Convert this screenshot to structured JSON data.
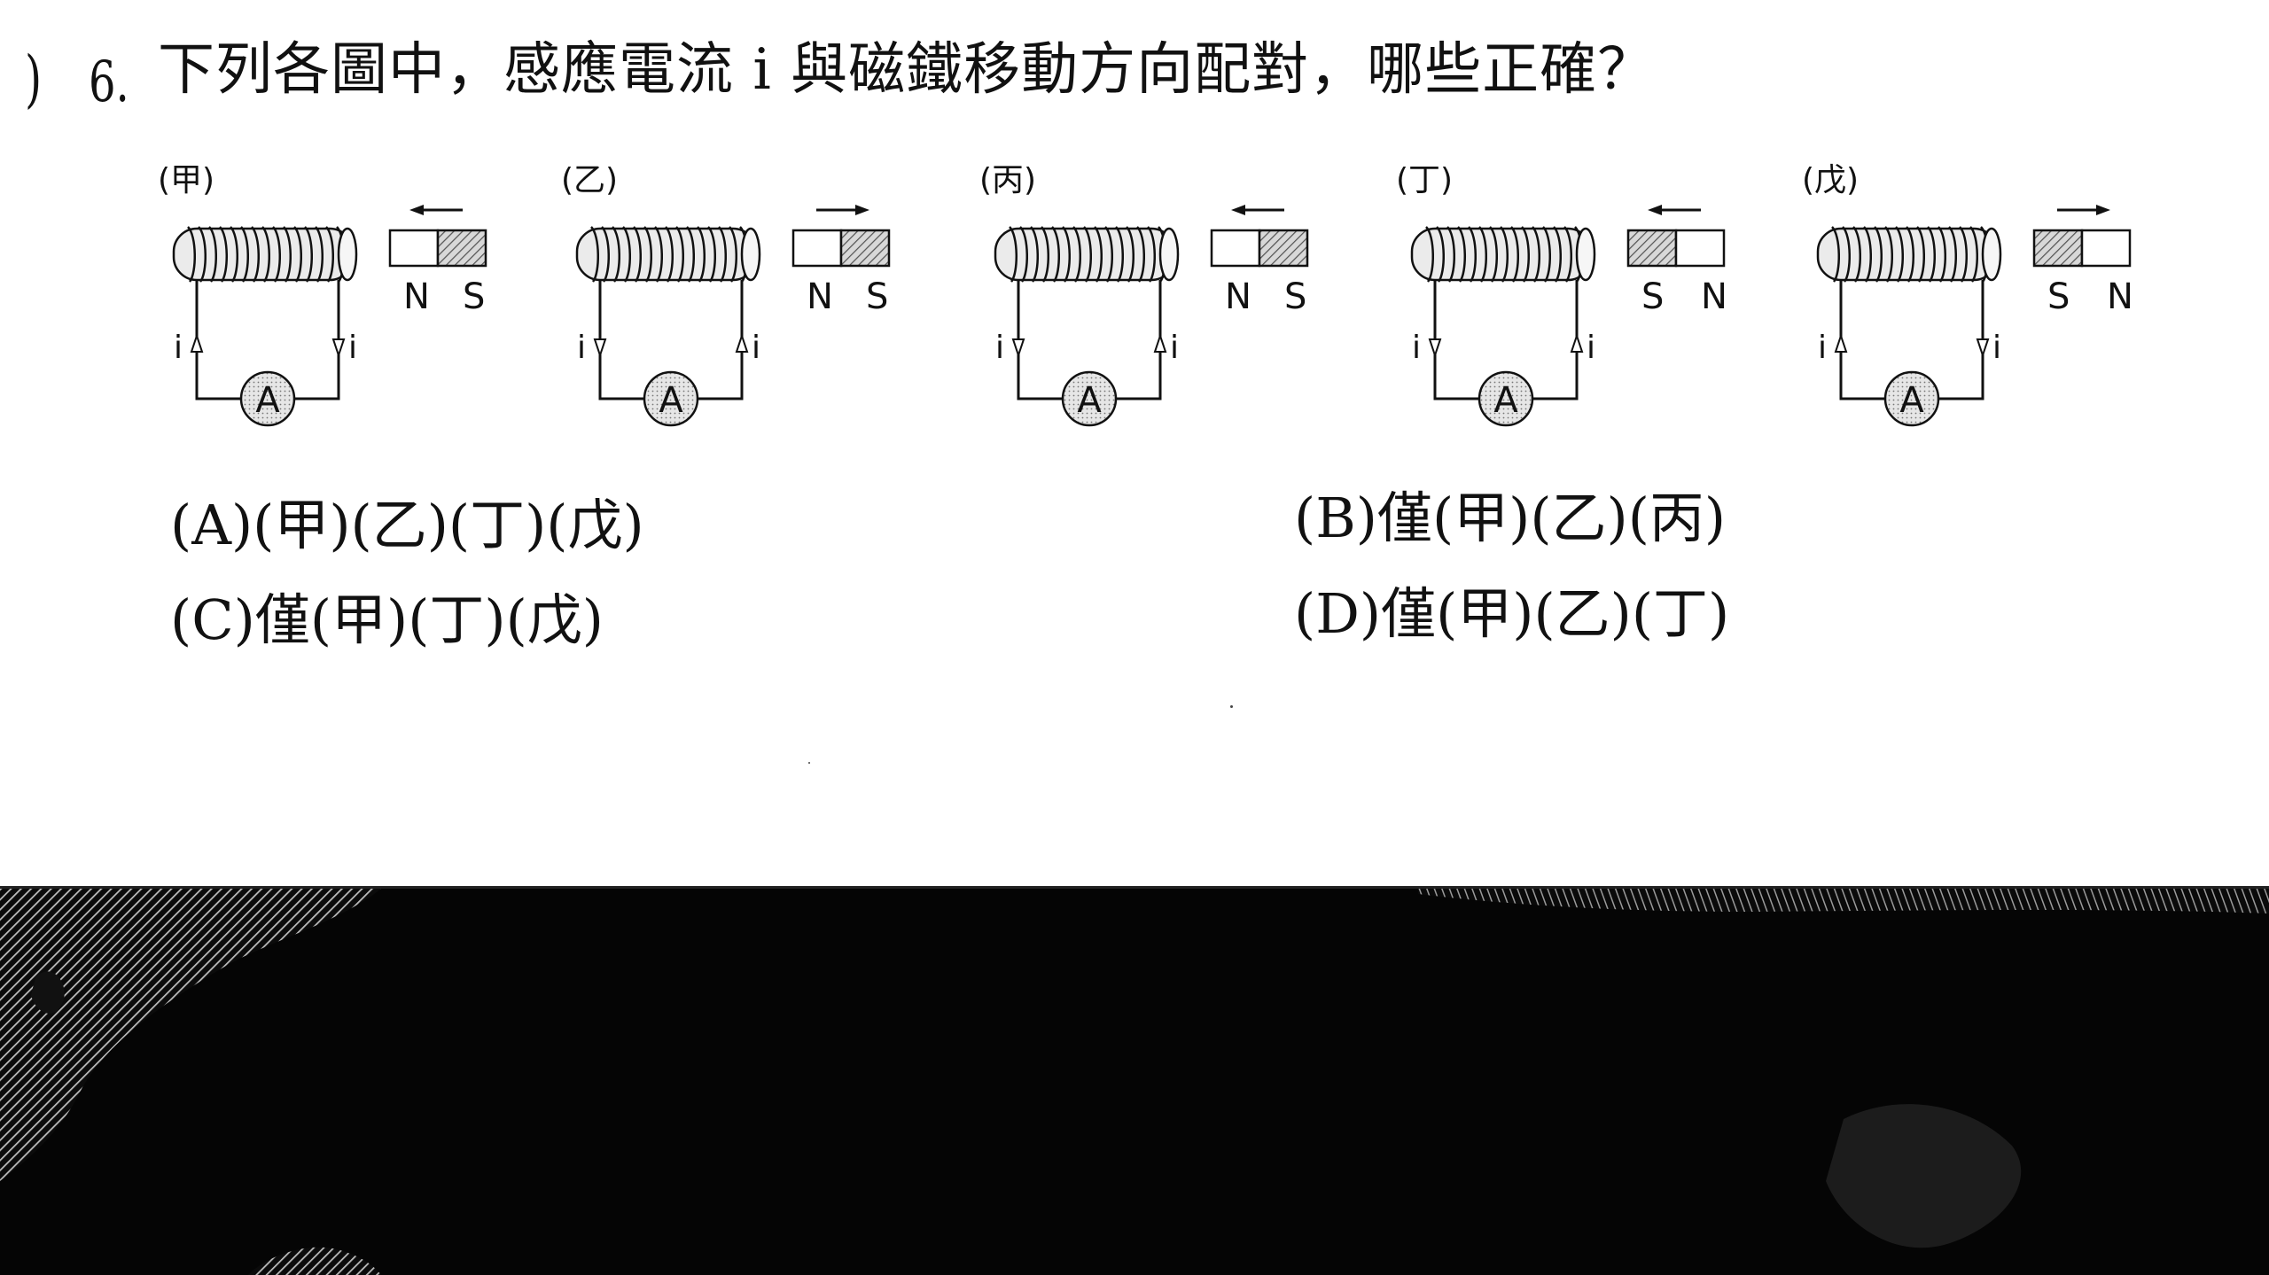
{
  "question": {
    "paren": ")",
    "number": "6.",
    "text": "下列各圖中，感應電流 i 與磁鐵移動方向配對，哪些正確？"
  },
  "diagrams": [
    {
      "label": "(甲)",
      "magnet_left_pole": "N",
      "magnet_right_pole": "S",
      "arrow": "left",
      "shaded_pole": "right",
      "left_arrow": "up",
      "right_arrow": "down",
      "current_symbol": "i",
      "meter": "A"
    },
    {
      "label": "(乙)",
      "magnet_left_pole": "N",
      "magnet_right_pole": "S",
      "arrow": "right",
      "shaded_pole": "right",
      "left_arrow": "down",
      "right_arrow": "up",
      "current_symbol": "i",
      "meter": "A"
    },
    {
      "label": "(丙)",
      "magnet_left_pole": "N",
      "magnet_right_pole": "S",
      "arrow": "left",
      "shaded_pole": "right",
      "left_arrow": "down",
      "right_arrow": "up",
      "current_symbol": "i",
      "meter": "A"
    },
    {
      "label": "(丁)",
      "magnet_left_pole": "S",
      "magnet_right_pole": "N",
      "arrow": "left",
      "shaded_pole": "left",
      "left_arrow": "down",
      "right_arrow": "up",
      "current_symbol": "i",
      "meter": "A"
    },
    {
      "label": "(戊)",
      "magnet_left_pole": "S",
      "magnet_right_pole": "N",
      "arrow": "right",
      "shaded_pole": "left",
      "left_arrow": "up",
      "right_arrow": "down",
      "current_symbol": "i",
      "meter": "A"
    }
  ],
  "options": {
    "a": "(A)(甲)(乙)(丁)(戊)",
    "b": "(B)僅(甲)(乙)(丙)",
    "c": "(C)僅(甲)(丁)(戊)",
    "d": "(D)僅(甲)(乙)(丁)"
  }
}
